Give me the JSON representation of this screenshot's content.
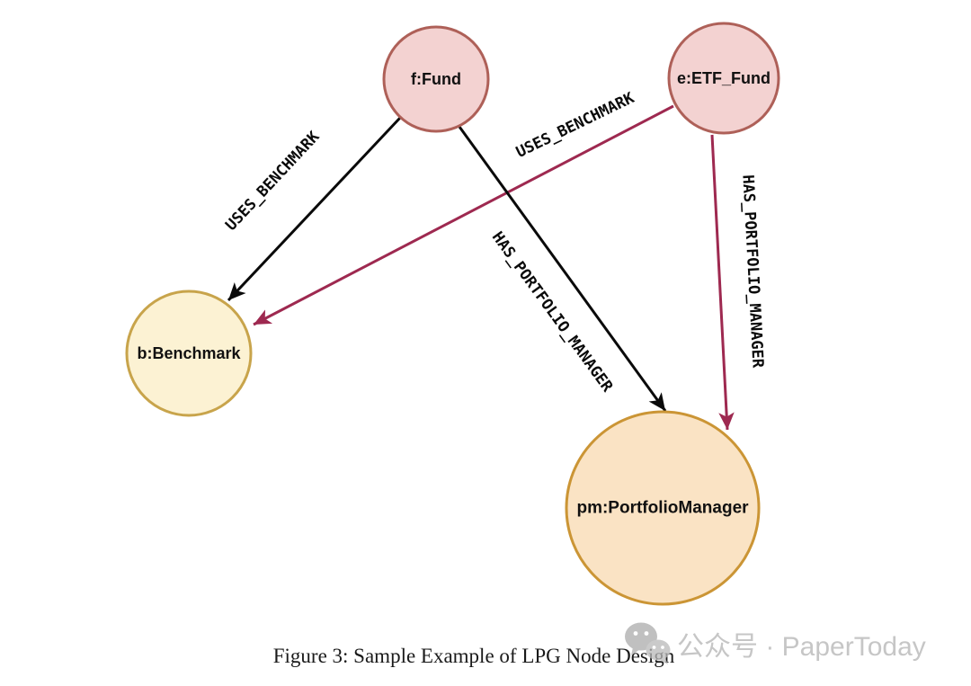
{
  "figure": {
    "caption": "Figure 3: Sample Example of LPG Node Design"
  },
  "diagram": {
    "nodes": [
      {
        "id": "fund",
        "label": "f:Fund"
      },
      {
        "id": "etf-fund",
        "label": "e:ETF_Fund"
      },
      {
        "id": "benchmark",
        "label": "b:Benchmark"
      },
      {
        "id": "portfolio-manager",
        "label": "pm:PortfolioManager"
      }
    ],
    "edges": [
      {
        "from": "f:Fund",
        "to": "b:Benchmark",
        "label": "USES_BENCHMARK",
        "color_key": "edge_black"
      },
      {
        "from": "e:ETF_Fund",
        "to": "b:Benchmark",
        "label": "USES_BENCHMARK",
        "color_key": "edge_crimson"
      },
      {
        "from": "f:Fund",
        "to": "pm:PortfolioManager",
        "label": "HAS_PORTFOLIO_MANAGER",
        "color_key": "edge_black"
      },
      {
        "from": "e:ETF_Fund",
        "to": "pm:PortfolioManager",
        "label": "HAS_PORTFOLIO_MANAGER",
        "color_key": "edge_crimson"
      }
    ]
  },
  "watermark": {
    "icon": "wechat-icon",
    "text": "公众号 · PaperToday"
  },
  "colors": {
    "fund_fill": "#f3d2d1",
    "fund_stroke": "#ae6058",
    "benchmark_fill": "#fcf2d3",
    "benchmark_stroke": "#c8a44b",
    "pm_fill": "#fae3c4",
    "pm_stroke": "#cb9535",
    "edge_black": "#0a0a0a",
    "edge_crimson": "#9e2950",
    "watermark_gray": "#b4b4b4"
  }
}
